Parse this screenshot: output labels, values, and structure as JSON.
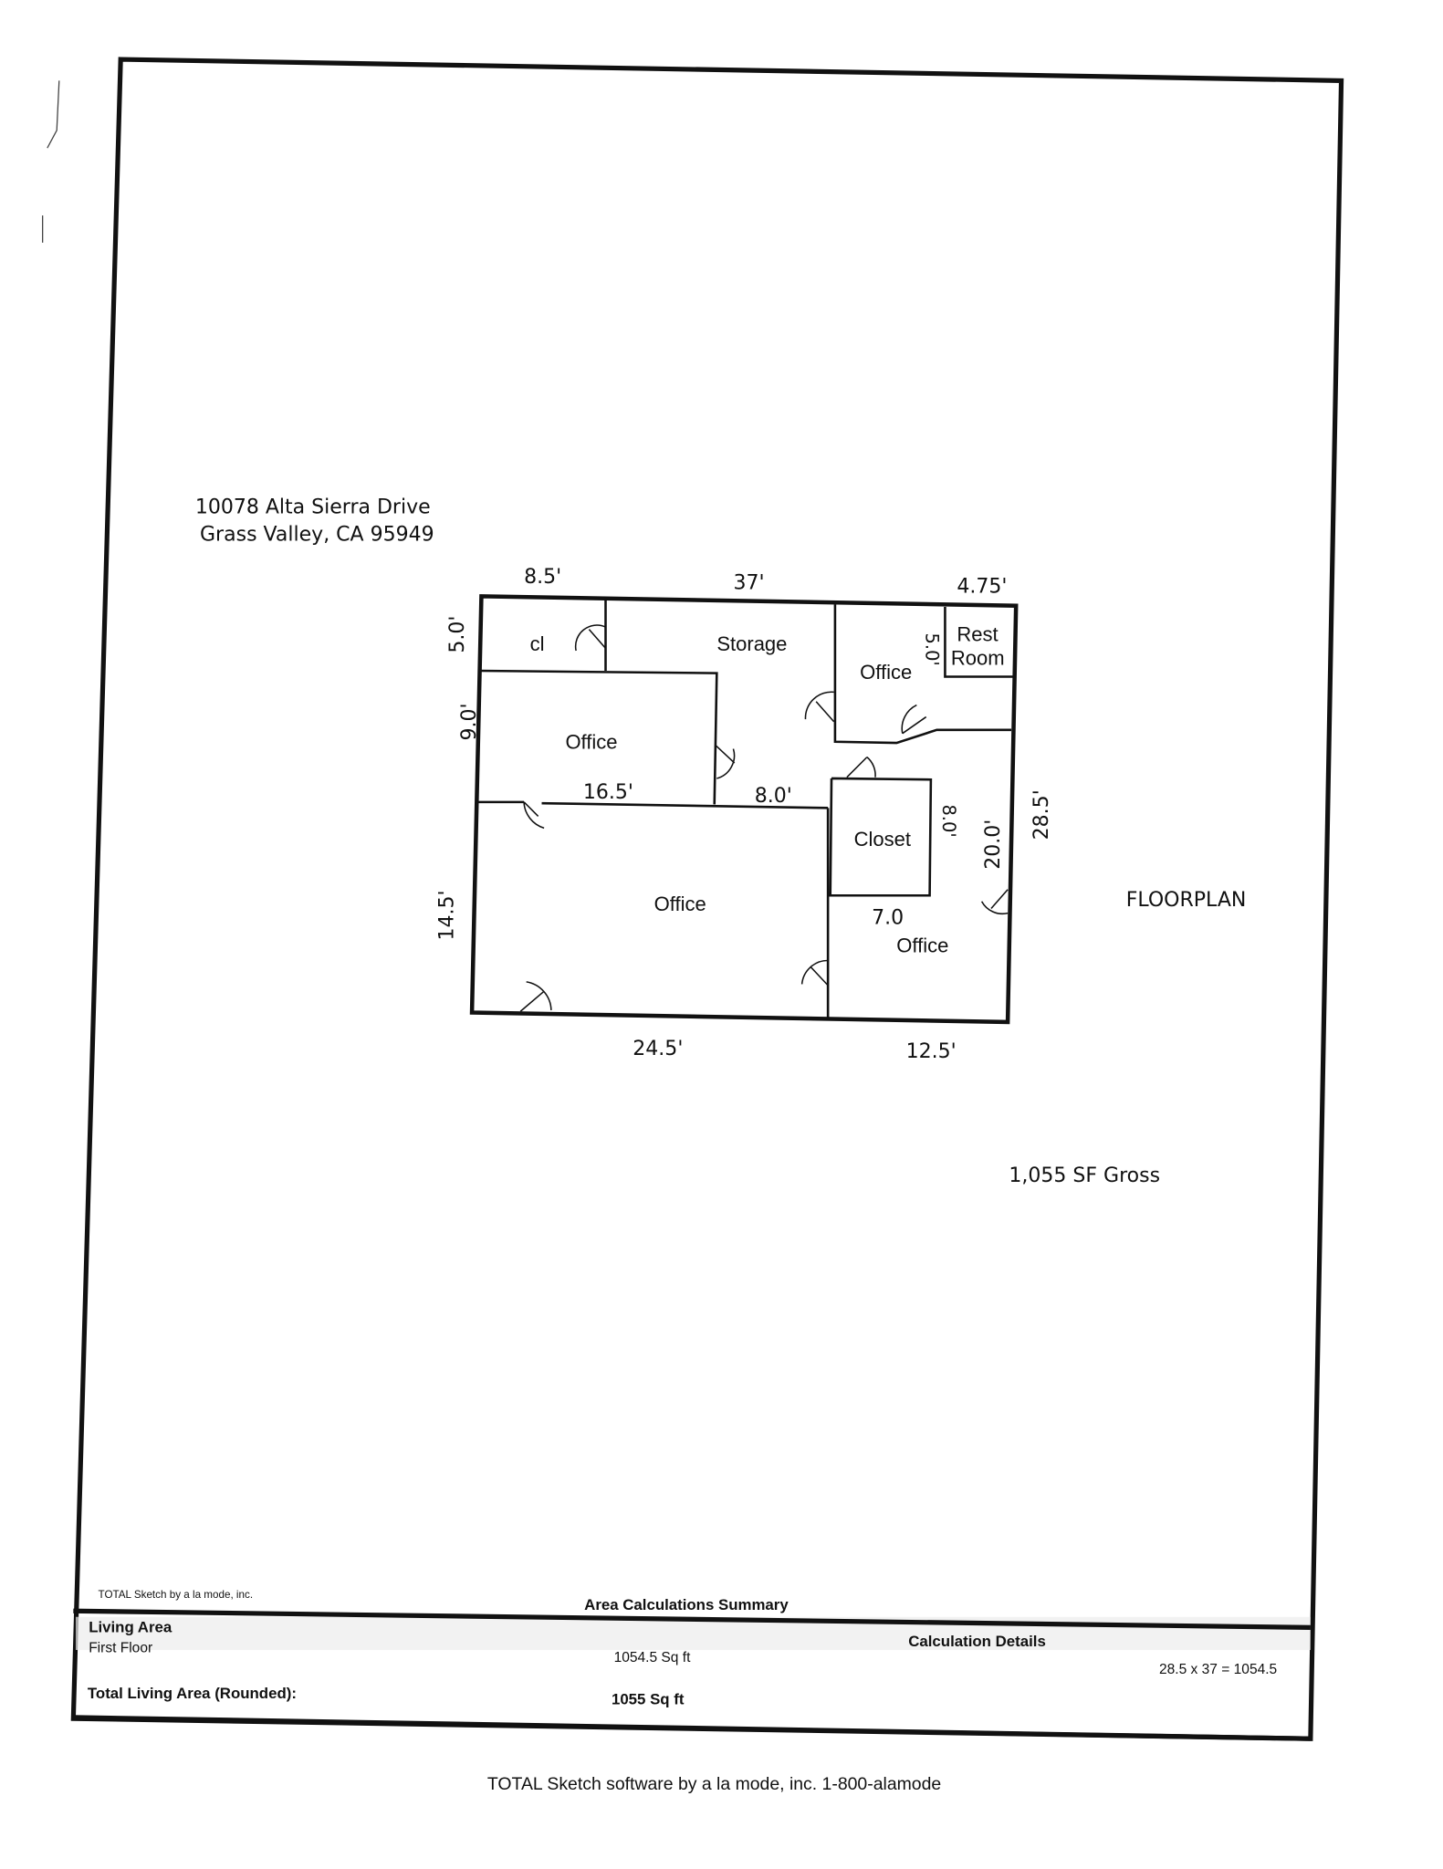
{
  "address": {
    "line1": "10078 Alta Sierra Drive",
    "line2": "Grass Valley, CA  95949"
  },
  "floorplan_label": "FLOORPLAN",
  "gross_area": "1,055 SF Gross",
  "dimensions": {
    "top_left": "8.5'",
    "top": "37'",
    "top_right": "4.75'",
    "left_top": "5.0'",
    "left_mid": "9.0'",
    "left_bottom": "14.5'",
    "right": "28.5'",
    "inner_right": "20.0'",
    "restroom_side": "5.0'",
    "closet_side": "8.0'",
    "office_wall": "16.5'",
    "hall_wall": "8.0'",
    "closet_bottom": "7.0",
    "bottom_left": "24.5'",
    "bottom_right": "12.5'"
  },
  "rooms": {
    "closet_small": "cl",
    "storage": "Storage",
    "office_ne": "Office",
    "restroom_1": "Rest",
    "restroom_2": "Room",
    "office_w": "Office",
    "closet": "Closet",
    "office_main": "Office",
    "office_se": "Office"
  },
  "summary": {
    "software_small": "TOTAL Sketch by a la mode, inc.",
    "title": "Area Calculations Summary",
    "living_area": "Living Area",
    "first_floor": "First Floor",
    "first_floor_area": "1054.5 Sq ft",
    "calc_details": "Calculation Details",
    "calc_formula": "28.5 x 37 = 1054.5",
    "total_label": "Total Living Area (Rounded):",
    "total_value": "1055 Sq ft"
  },
  "footer": "TOTAL Sketch software by a la mode, inc. 1-800-alamode"
}
